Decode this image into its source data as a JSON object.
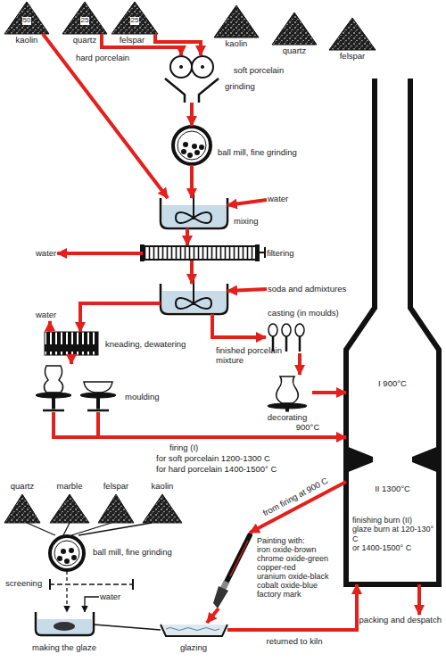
{
  "diagram": {
    "nodes": [
      {
        "text": [
          "kaolin"
        ]
      },
      {
        "text": [
          "quartz"
        ]
      },
      {
        "text": [
          "felspar"
        ]
      },
      {
        "text": [
          "kaolin"
        ]
      },
      {
        "text": [
          "quartz"
        ]
      },
      {
        "text": [
          "felspar"
        ]
      },
      {
        "text": [
          "grinding"
        ]
      },
      {
        "text": [
          "ball mill, fine grinding"
        ]
      },
      {
        "text": [
          "water"
        ]
      },
      {
        "text": [
          "mixing"
        ]
      },
      {
        "text": [
          "filtering"
        ]
      },
      {
        "text": [
          "water"
        ]
      },
      {
        "text": [
          "soda and admixtures"
        ]
      },
      {
        "text": [
          "finished porcelain mixture"
        ]
      },
      {
        "text": [
          "water"
        ]
      },
      {
        "text": [
          "kneading, dewatering"
        ]
      },
      {
        "text": [
          "casting (in moulds)"
        ]
      },
      {
        "text": [
          "moulding"
        ]
      },
      {
        "text": [
          "decorating"
        ]
      },
      {
        "text": [
          "I 900°C",
          "II 1300°C"
        ]
      },
      {
        "text": [
          "quartz"
        ]
      },
      {
        "text": [
          "marble"
        ]
      },
      {
        "text": [
          "felspar"
        ]
      },
      {
        "text": [
          "kaolin"
        ]
      },
      {
        "text": [
          "ball mill, fine grinding"
        ]
      },
      {
        "text": [
          "screening"
        ]
      },
      {
        "text": [
          "water"
        ]
      },
      {
        "text": [
          "making the glaze"
        ]
      },
      {
        "text": [
          "Painting with:",
          "iron oxide-brown",
          "chrome oxide-green",
          "copper-red",
          "uranium oxide-black",
          "cobalt oxide-blue",
          "factory mark"
        ]
      },
      {
        "text": [
          "glazing"
        ]
      },
      {
        "text": [
          "packing and despatch"
        ]
      }
    ],
    "edges": [
      {
        "from": 1,
        "to": 6,
        "arrow": "to"
      },
      {
        "from": 2,
        "to": 6,
        "arrow": "to"
      },
      {
        "from": 0,
        "to": 9,
        "arrow": "to"
      },
      {
        "from": 6,
        "to": 7,
        "arrow": "to"
      },
      {
        "from": 7,
        "to": 9,
        "arrow": "to"
      },
      {
        "from": 8,
        "to": 9,
        "arrow": "to"
      },
      {
        "from": 9,
        "to": 10,
        "arrow": "to"
      },
      {
        "from": 10,
        "to": 11,
        "arrow": "to"
      },
      {
        "from": 10,
        "to": 13,
        "arrow": "to"
      },
      {
        "from": 12,
        "to": 13,
        "arrow": "to"
      },
      {
        "from": 13,
        "to": 15,
        "arrow": "to"
      },
      {
        "from": 15,
        "to": 14,
        "arrow": "to"
      },
      {
        "from": 13,
        "to": 16,
        "arrow": "to"
      },
      {
        "from": 15,
        "to": 17,
        "arrow": "to"
      },
      {
        "from": 16,
        "to": 18,
        "arrow": "to"
      },
      {
        "from": 18,
        "to": 19,
        "arrow": "to"
      },
      {
        "from": 17,
        "to": 19,
        "arrow": "to"
      },
      {
        "from": 20,
        "to": 24,
        "arrow": "none"
      },
      {
        "from": 21,
        "to": 24,
        "arrow": "none"
      },
      {
        "from": 22,
        "to": 24,
        "arrow": "none"
      },
      {
        "from": 23,
        "to": 24,
        "arrow": "none"
      },
      {
        "from": 24,
        "to": 25,
        "arrow": "none"
      },
      {
        "from": 25,
        "to": 27,
        "arrow": "to"
      },
      {
        "from": 26,
        "to": 27,
        "arrow": "to"
      },
      {
        "from": 27,
        "to": 29,
        "arrow": "none"
      },
      {
        "from": 19,
        "to": 28,
        "label": "from firing at 900 C",
        "arrow": "to"
      },
      {
        "from": 28,
        "to": 29,
        "arrow": "to"
      },
      {
        "from": 29,
        "to": 19,
        "label": "returned to kiln",
        "arrow": "to"
      },
      {
        "from": 19,
        "to": 30,
        "arrow": "to"
      }
    ],
    "labels": [
      "50",
      "25",
      "25",
      "hard porcelain",
      "soft porcelain",
      "900°C",
      "firing (I)",
      "for soft porcelain 1200-1300 C",
      "for hard porcelain 1400-1500° C",
      "finishing burn (II)",
      "glaze burn at 120-130° C",
      "or 1400-1500° C"
    ]
  }
}
